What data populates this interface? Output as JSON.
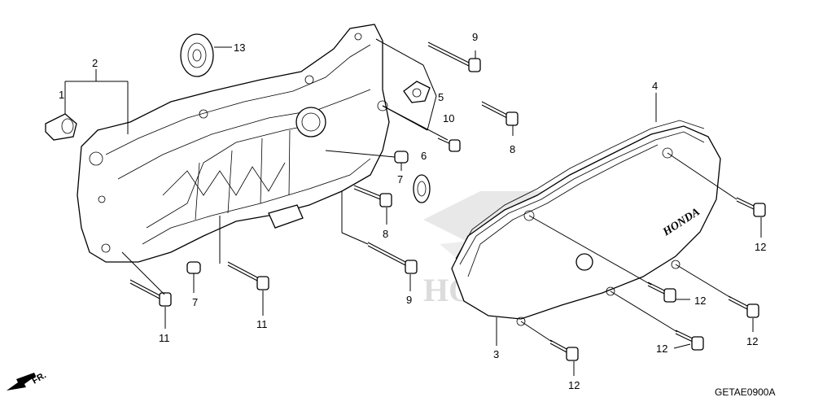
{
  "diagram_code": "GETAE0900A",
  "direction_label": "FR.",
  "cover_logo": "HONDA",
  "watermark_text": "HONDA",
  "callouts": {
    "c1": "1",
    "c2": "2",
    "c3": "3",
    "c4": "4",
    "c5": "5",
    "c6": "6",
    "c7a": "7",
    "c7b": "7",
    "c8a": "8",
    "c8b": "8",
    "c9a": "9",
    "c9b": "9",
    "c10": "10",
    "c11a": "11",
    "c11b": "11",
    "c12a": "12",
    "c12b": "12",
    "c12c": "12",
    "c12d": "12",
    "c12e": "12",
    "c13": "13"
  }
}
